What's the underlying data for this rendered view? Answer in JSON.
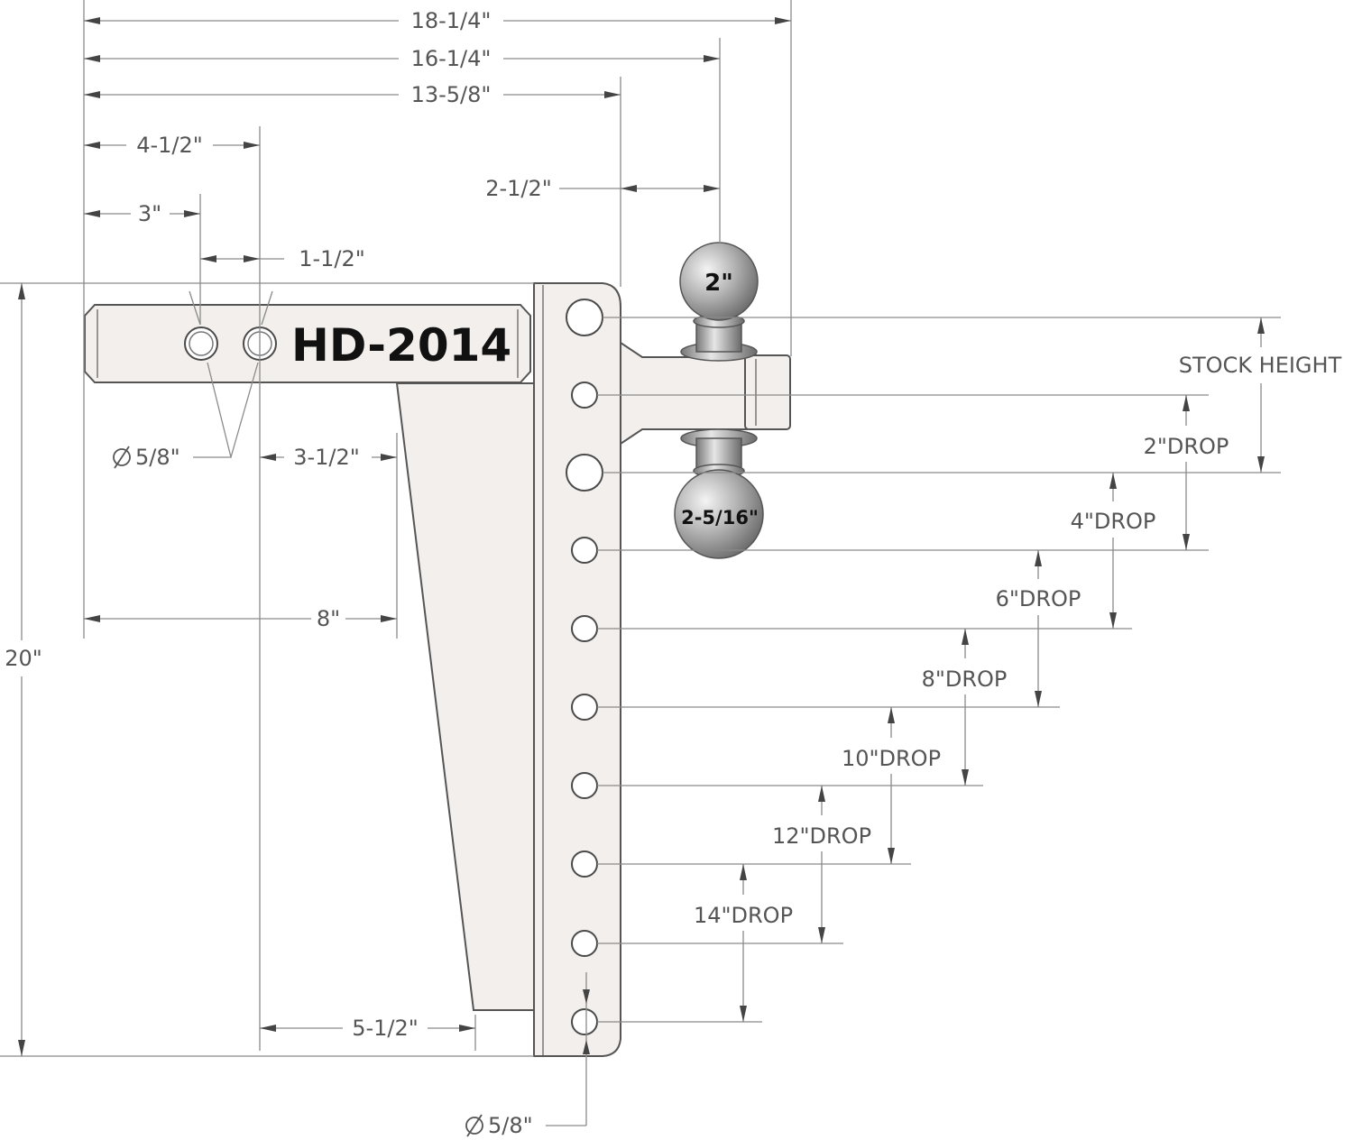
{
  "model": "HD-2014",
  "balls": {
    "top": "2\"",
    "bottom": "2-5/16\""
  },
  "dimensions": {
    "overall": "18-1/4\"",
    "to_ball_center": "16-1/4\"",
    "to_riser": "13-5/8\"",
    "hole2": "4-1/2\"",
    "hole1": "3\"",
    "hole_spacing": "1-1/2\"",
    "riser_to_ball": "2-1/2\"",
    "shank_hole_dia": "5/8\"",
    "gusset_top": "3-1/2\"",
    "shank_length": "8\"",
    "gusset_bottom": "5-1/2\"",
    "height": "20\"",
    "riser_hole_dia": "5/8\""
  },
  "drops": {
    "stock": "STOCK HEIGHT",
    "d2": "2\"DROP",
    "d4": "4\"DROP",
    "d6": "6\"DROP",
    "d8": "8\"DROP",
    "d10": "10\"DROP",
    "d12": "12\"DROP",
    "d14": "14\"DROP"
  },
  "colors": {
    "metal": "#f2efec",
    "outline": "#555555",
    "dimension": "#555555"
  }
}
